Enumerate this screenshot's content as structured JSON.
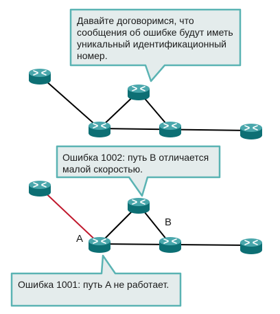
{
  "callouts": {
    "top": "Давайте договоримся, что сообщения об ошибке будут иметь уникальный идентификационный номер.",
    "middle": "Ошибка 1002: путь B отличается малой скоростью.",
    "bottom": "Ошибка 1001: путь A не работает."
  },
  "path_labels": {
    "a": "A",
    "b": "B"
  },
  "colors": {
    "router_top": "#4aa7ac",
    "router_side": "#0d6f74",
    "router_arrows": "#ffffff",
    "link_normal": "#000000",
    "link_failed": "#c0182c",
    "bubble_fill": "#e4ecec",
    "bubble_border": "#5ab3b3"
  },
  "icons": {
    "router": "router-icon"
  },
  "link_states": {
    "path_a": "failed",
    "path_b": "slow"
  }
}
